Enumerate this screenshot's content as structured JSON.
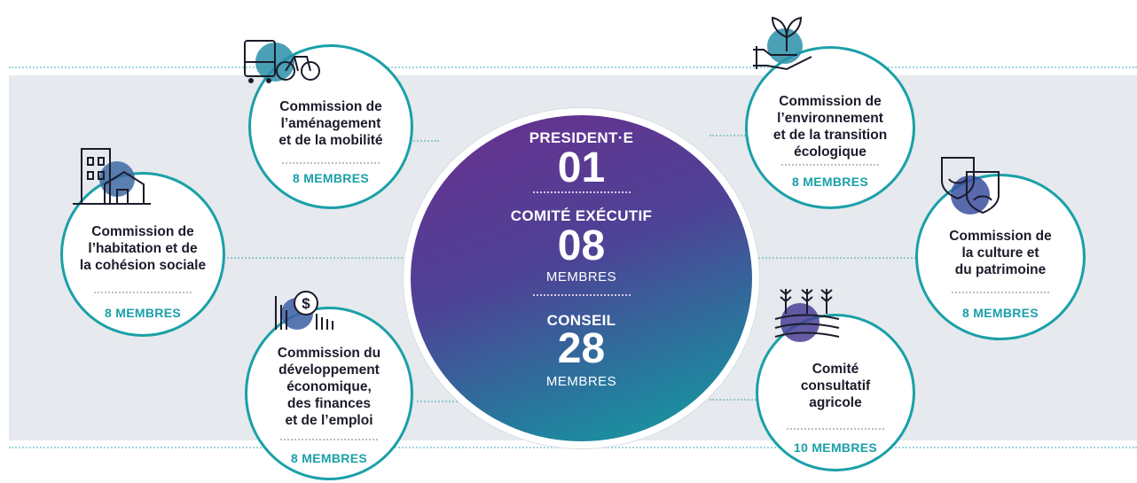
{
  "center": {
    "president_label": "PRESIDENT·E",
    "president_count": "01",
    "executive_label": "COMITÉ EXÉCUTIF",
    "executive_count": "08",
    "executive_unit": "MEMBRES",
    "council_label": "CONSEIL",
    "council_count": "28",
    "council_unit": "MEMBRES"
  },
  "commissions": {
    "mobilite": {
      "title_lines": [
        "Commission de",
        "l’aménagement",
        "et de la mobilité"
      ],
      "members": "8 MEMBRES",
      "icon": "bus-bike-icon"
    },
    "habitation": {
      "title_lines": [
        "Commission de",
        "l’habitation et de",
        "la cohésion sociale"
      ],
      "members": "8 MEMBRES",
      "icon": "buildings-house-icon"
    },
    "economie": {
      "title_lines": [
        "Commission du",
        "développement",
        "économique,",
        "des finances",
        "et de l’emploi"
      ],
      "members": "8 MEMBRES",
      "icon": "dollar-chart-icon"
    },
    "environnement": {
      "title_lines": [
        "Commission de",
        "l’environnement",
        "et de la transition",
        "écologique"
      ],
      "members": "8 MEMBRES",
      "icon": "hand-sprout-icon"
    },
    "culture": {
      "title_lines": [
        "Commission de",
        "la culture et",
        "du patrimoine"
      ],
      "members": "8 MEMBRES",
      "icon": "theater-masks-icon"
    },
    "agricole": {
      "title_lines": [
        "Comité",
        "consultatif",
        "agricole"
      ],
      "members": "10 MEMBRES",
      "icon": "wheat-field-icon"
    }
  },
  "colors": {
    "teal": "#1aa0a8",
    "purple": "#6a2f8f",
    "band": "#e6e9ed"
  }
}
